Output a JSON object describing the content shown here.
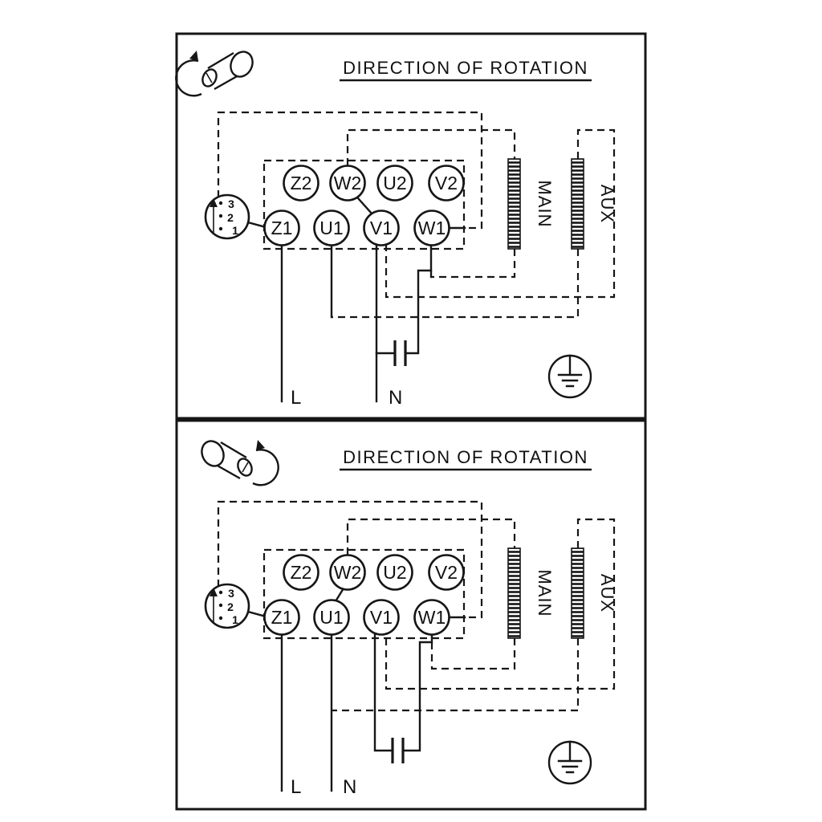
{
  "colors": {
    "ink": "#161616",
    "background": "#ffffff"
  },
  "panels": [
    {
      "title": "DIRECTION OF ROTATION",
      "terminals_top": [
        "Z2",
        "W2",
        "U2",
        "V2"
      ],
      "terminals_bottom": [
        "Z1",
        "U1",
        "V1",
        "W1"
      ],
      "switch_positions": [
        "3",
        "2",
        "1"
      ],
      "winding_main": "MAIN",
      "winding_aux": "AUX",
      "live_label": "L",
      "neutral_label": "N"
    },
    {
      "title": "DIRECTION OF ROTATION",
      "terminals_top": [
        "Z2",
        "W2",
        "U2",
        "V2"
      ],
      "terminals_bottom": [
        "Z1",
        "U1",
        "V1",
        "W1"
      ],
      "switch_positions": [
        "3",
        "2",
        "1"
      ],
      "winding_main": "MAIN",
      "winding_aux": "AUX",
      "live_label": "L",
      "neutral_label": "N"
    }
  ]
}
